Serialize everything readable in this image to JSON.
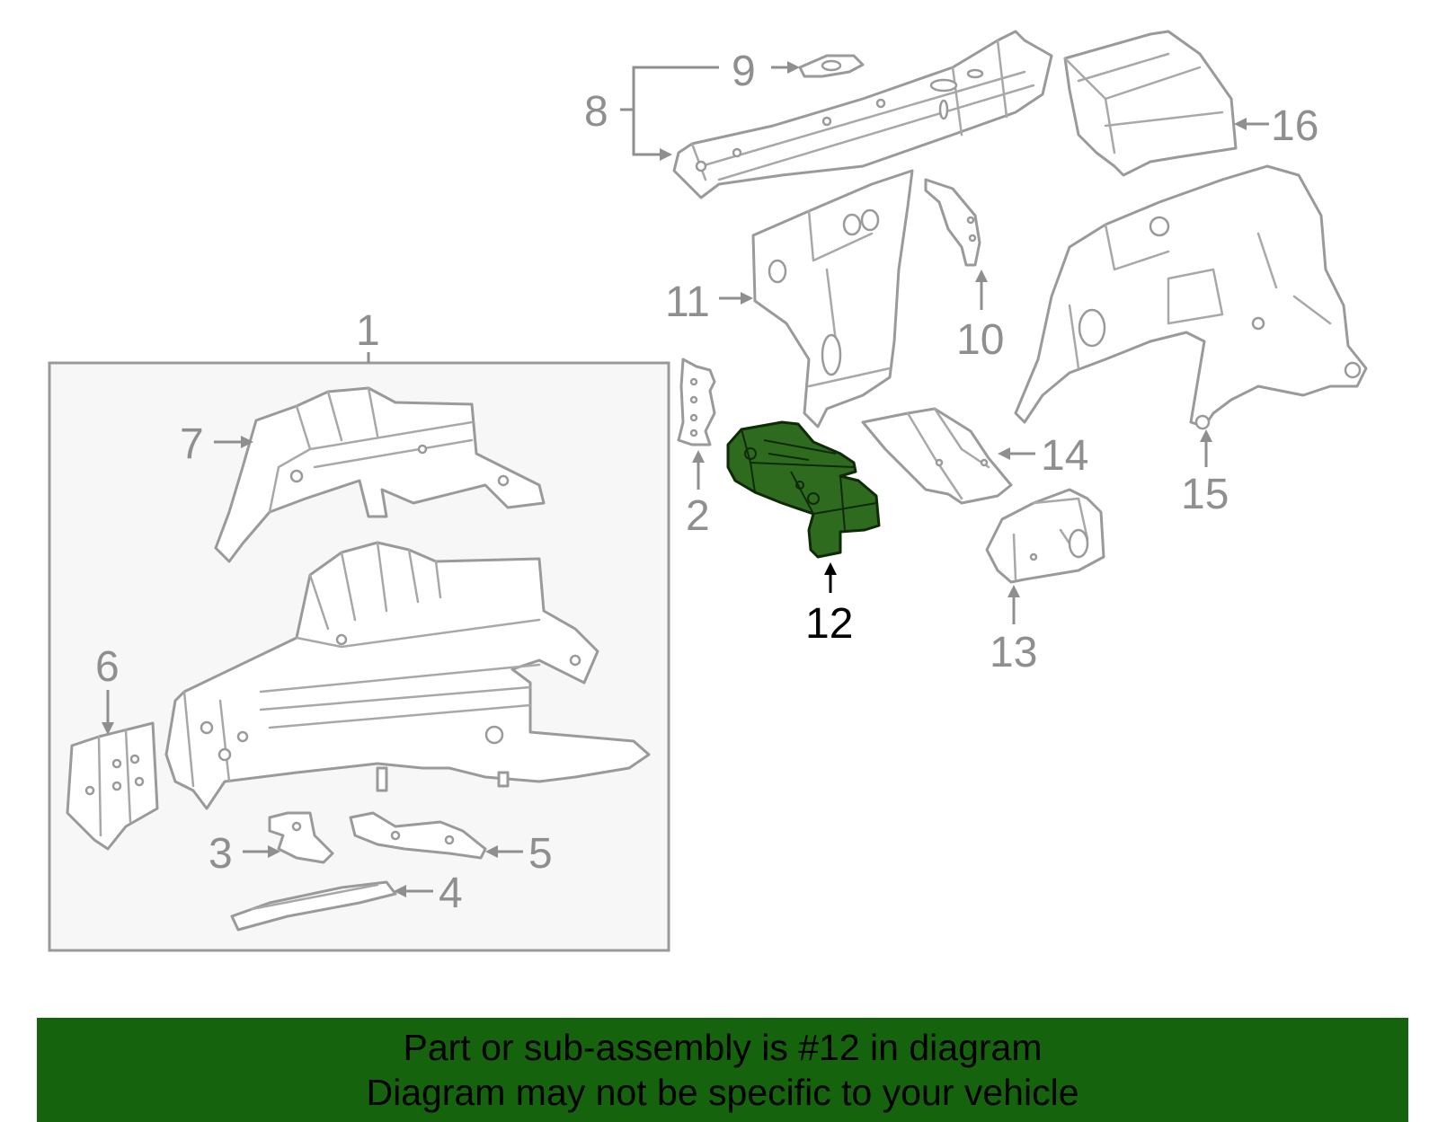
{
  "callouts": {
    "c1": "1",
    "c2": "2",
    "c3": "3",
    "c4": "4",
    "c5": "5",
    "c6": "6",
    "c7": "7",
    "c8": "8",
    "c9": "9",
    "c10": "10",
    "c11": "11",
    "c12": "12",
    "c13": "13",
    "c14": "14",
    "c15": "15",
    "c16": "16"
  },
  "highlight": {
    "part_number": "12",
    "color": "#2f6b1e"
  },
  "banner": {
    "line1": "Part or sub-assembly is #12 in diagram",
    "line2": "Diagram may not be specific to your vehicle",
    "color": "#15640d"
  }
}
